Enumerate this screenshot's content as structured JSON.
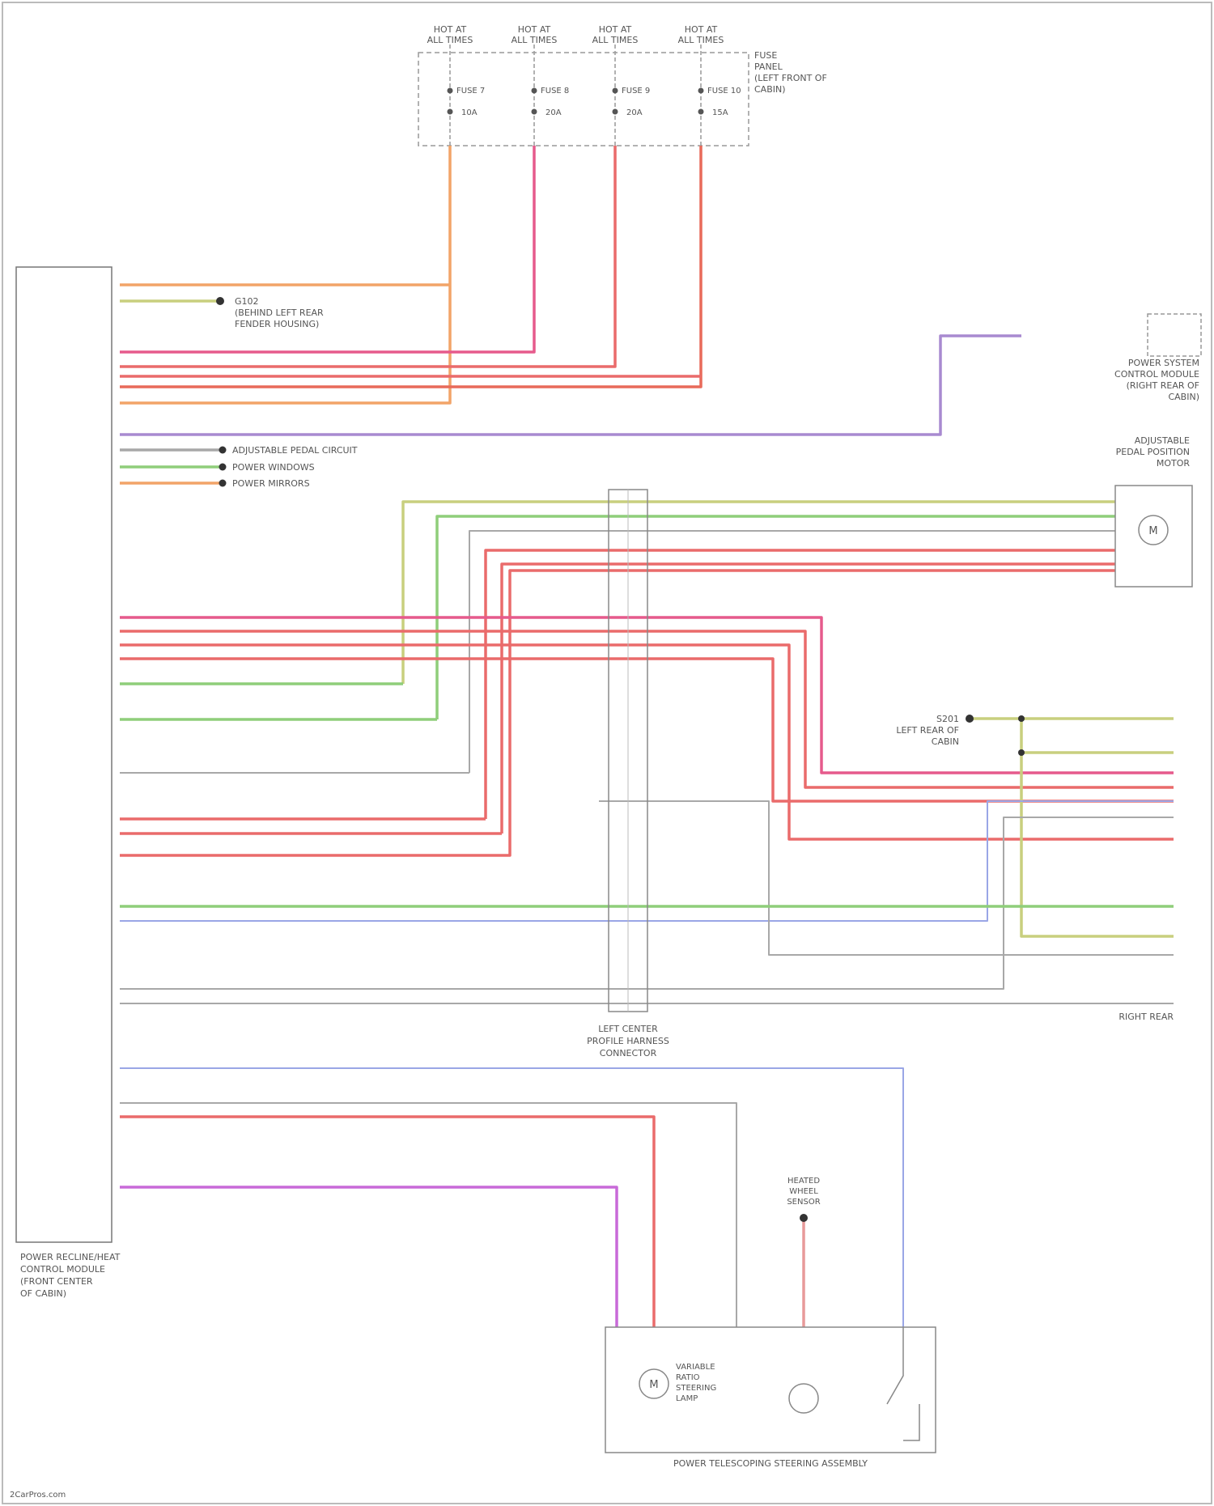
{
  "fuse_block": {
    "label": [
      "FUSE",
      "PANEL",
      "(LEFT FRONT OF",
      "CABIN)"
    ],
    "fuses": [
      {
        "header": [
          "HOT AT",
          "ALL TIMES"
        ],
        "name": "FUSE 7",
        "rating": "10A",
        "color": "#f0a060"
      },
      {
        "header": [
          "HOT AT",
          "ALL TIMES"
        ],
        "name": "FUSE 8",
        "rating": "20A",
        "color": "#e0508a"
      },
      {
        "header": [
          "HOT AT",
          "ALL TIMES"
        ],
        "name": "FUSE 9",
        "rating": "20A",
        "color": "#e87a7a"
      },
      {
        "header": [
          "HOT AT",
          "ALL TIMES"
        ],
        "name": "FUSE 10",
        "rating": "15A",
        "color": "#e86a5a"
      }
    ]
  },
  "modules": {
    "main_label": [
      "POWER RECLINE/HEAT",
      "CONTROL MODULE",
      "(FRONT CENTER",
      "OF CABIN)"
    ],
    "ground_label": [
      "G102",
      "(BEHIND LEFT REAR",
      "FENDER HOUSING)"
    ],
    "info_module_label": [
      "POWER SYSTEM",
      "CONTROL MODULE",
      "(RIGHT REAR OF",
      "CABIN)"
    ],
    "motor_label": [
      "ADJUSTABLE",
      "PEDAL POSITION",
      "MOTOR"
    ],
    "motor_symbol": "M",
    "connector_label": [
      "LEFT CENTER",
      "PROFILE HARNESS",
      "CONNECTOR"
    ],
    "splice_label": [
      "S201",
      "LEFT REAR OF",
      "CABIN"
    ],
    "branch_labels": [
      "ADJUSTABLE PEDAL CIRCUIT",
      "POWER WINDOWS",
      "POWER MIRRORS"
    ],
    "ground_dest_label": "RIGHT REAR",
    "bottom_label": "POWER TELESCOPING STEERING ASSEMBLY",
    "bottom_sub_label": [
      "VARIABLE",
      "RATIO",
      "STEERING",
      "LAMP"
    ],
    "bottom_sensor_label": [
      "HEATED",
      "WHEEL",
      "SENSOR"
    ],
    "credit": "2CarPros.com"
  },
  "colors": {
    "orange": "#f2a468",
    "pink": "#e65a8c",
    "red": "#ea6b6b",
    "purple": "#a88ad0",
    "green": "#8fce7a",
    "yellowgreen": "#c8cf7e",
    "grey": "#a8a8a8",
    "blue": "#9aa6e6",
    "magenta": "#c86ad8"
  }
}
